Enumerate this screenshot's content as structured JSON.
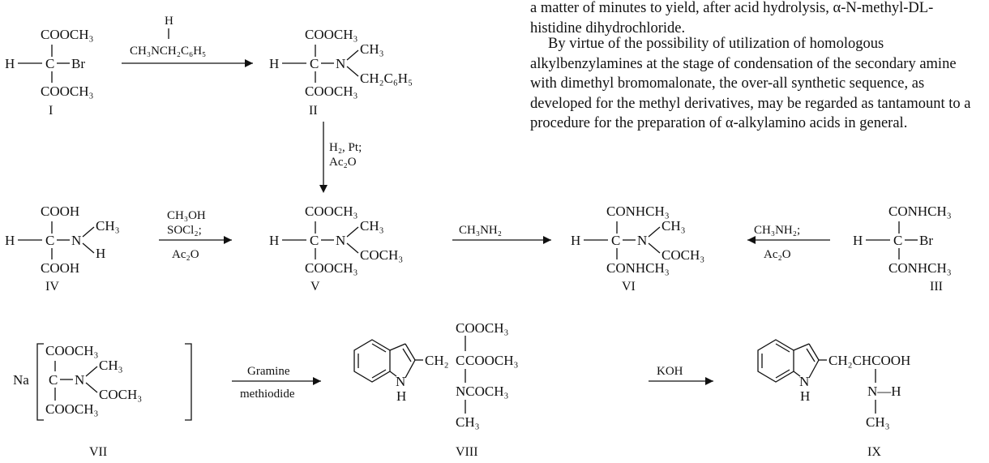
{
  "text": {
    "fragment": "a matter of minutes to yield, after acid hydrolysis, α-N-methyl-DL-histidine dihydrochloride.",
    "paragraph": "By virtue of the possibility of utilization of homologous alkylbenzylamines at the stage of condensation of the secondary amine with dimethyl bromomalonate, the over-all synthetic sequence, as developed for the methyl derivatives, may be regarded as tantamount to a procedure for the preparation of α-alkylamino acids in general."
  },
  "scheme": {
    "groups": {
      "coo_me": "COOCH₃",
      "cooh": "COOH",
      "conh_me": "CONHCH₃",
      "br": "Br",
      "h_atom": "H",
      "c_atom": "C",
      "n_atom": "N",
      "me": "CH₃",
      "bn": "CH₂C₆H₅",
      "ac": "COCH₃",
      "na": "Na",
      "ch2": "CH₂",
      "ch2_chcooh": "CH₂CHCOOH",
      "ncoch3": "NCOCH₃",
      "n_h": "N—H"
    },
    "labels": {
      "c1": "I",
      "c2": "II",
      "c3": "III",
      "c4": "IV",
      "c5": "V",
      "c6": "VI",
      "c7": "VII",
      "c8": "VIII",
      "c9": "IX"
    },
    "reagents": {
      "r1_h": "H",
      "r1_amine": "CH₃NCH₂C₆H₅",
      "r2_h2pt": "H₂, Pt;",
      "r2_ac2o": "Ac₂O",
      "r3_meoh": "CH₃OH",
      "r3_socl2": "SOCl₂;",
      "r3_ac2o": "Ac₂O",
      "r4_mena2": "CH₃NH₂",
      "r5_mena2": "CH₃NH₂;",
      "r5_ac2o": "Ac₂O",
      "r6_gramine": "Gramine",
      "r6_methiodide": "methiodide",
      "r7_koh": "KOH"
    }
  }
}
